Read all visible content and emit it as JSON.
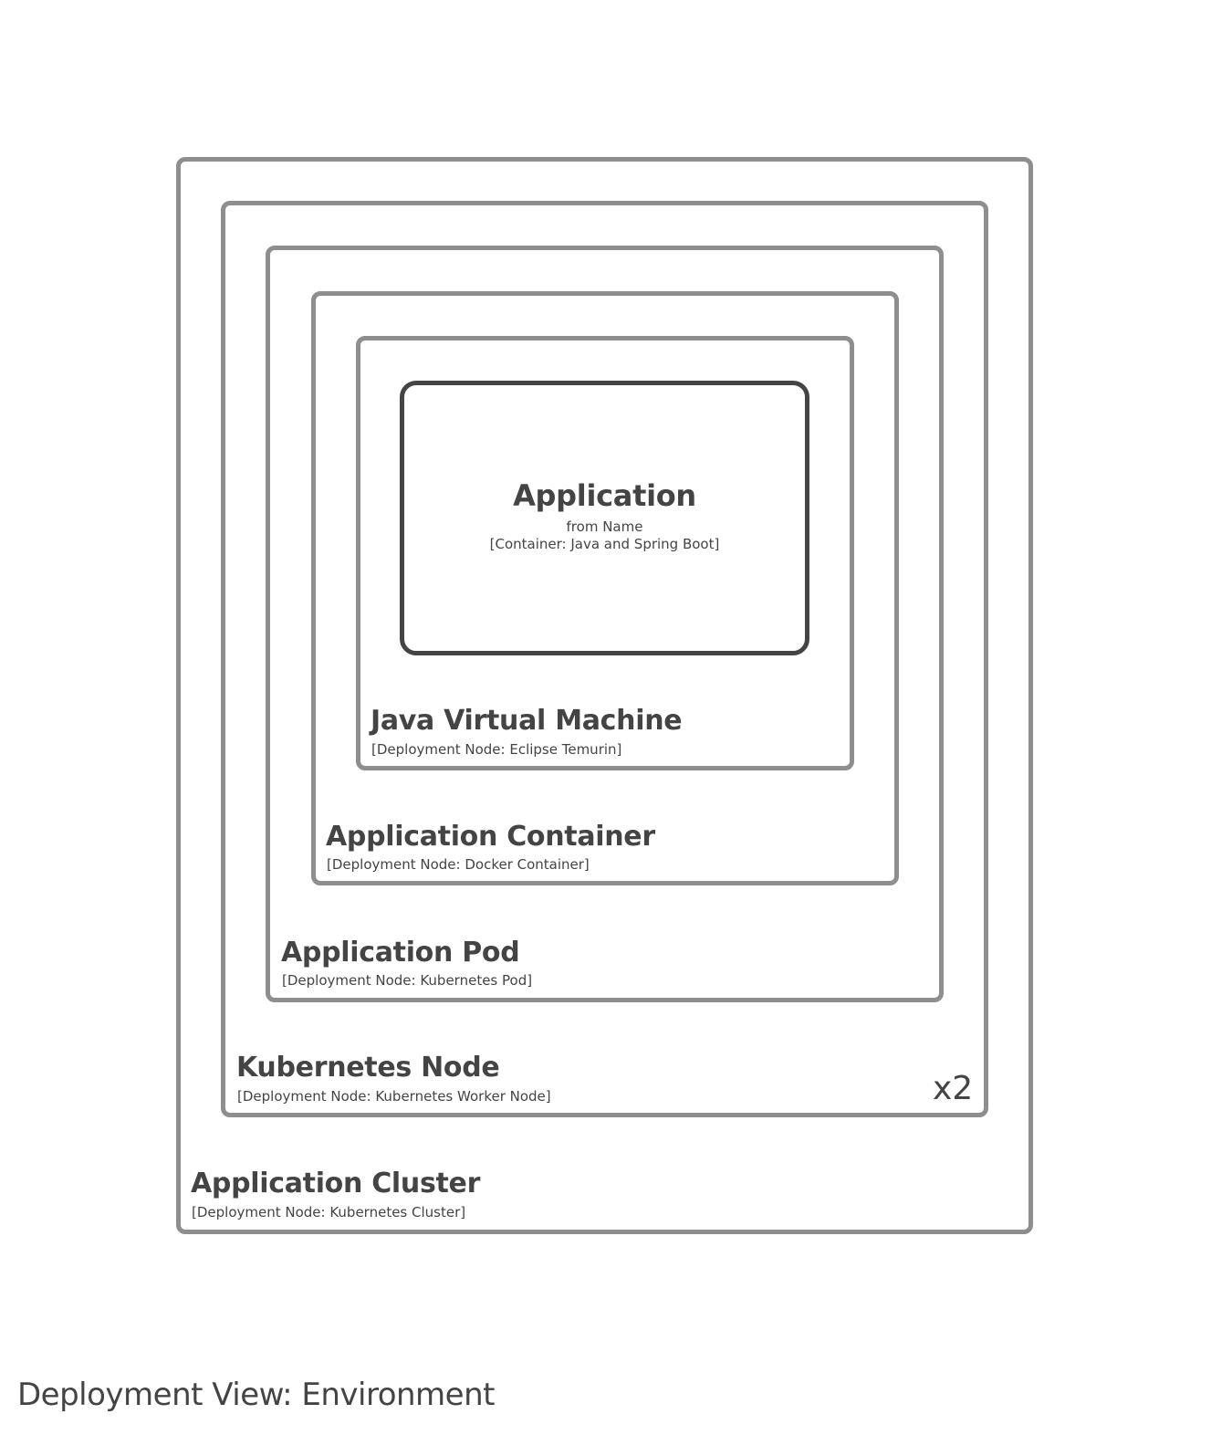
{
  "nodes": [
    {
      "name": "Application Cluster",
      "type": "[Deployment Node: Kubernetes Cluster]"
    },
    {
      "name": "Kubernetes Node",
      "type": "[Deployment Node: Kubernetes Worker Node]",
      "instances": "x2"
    },
    {
      "name": "Application Pod",
      "type": "[Deployment Node: Kubernetes Pod]"
    },
    {
      "name": "Application Container",
      "type": "[Deployment Node: Docker Container]"
    },
    {
      "name": "Java Virtual Machine",
      "type": "[Deployment Node: Eclipse Temurin]"
    }
  ],
  "container": {
    "name": "Application",
    "description": "from Name",
    "type": "[Container: Java and Spring Boot]"
  },
  "view_title": "Deployment View: Environment",
  "colors": {
    "node_border": "#8e8e8e",
    "container_border": "#444444",
    "text": "#444444"
  }
}
